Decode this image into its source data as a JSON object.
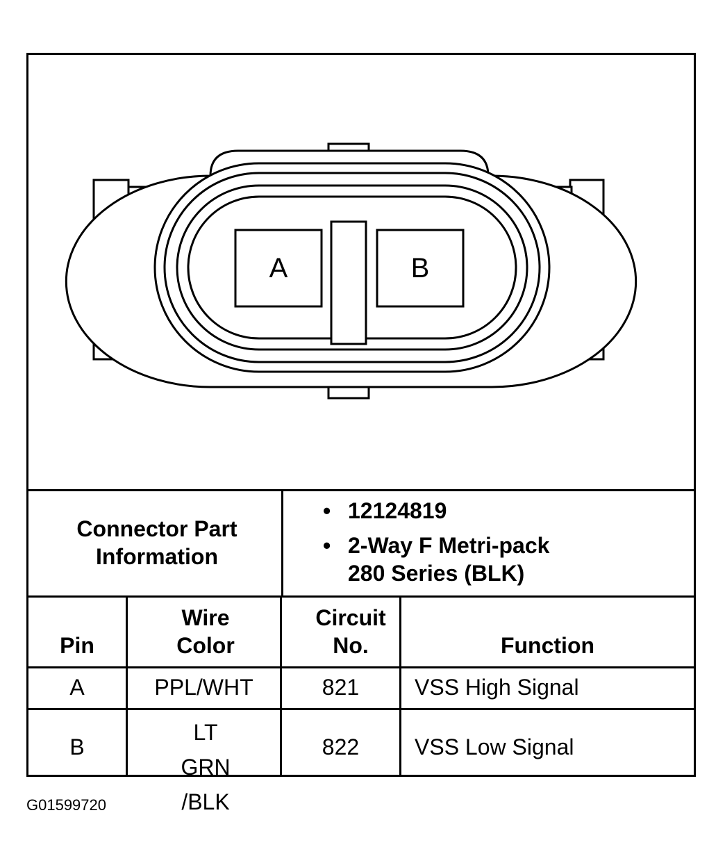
{
  "diagram": {
    "pin_labels": [
      "A",
      "B"
    ]
  },
  "table": {
    "part_info_label": "Connector Part Information",
    "part_info_items": [
      "12124819",
      "2-Way F Metri-pack 280 Series (BLK)"
    ],
    "headers": {
      "pin": "Pin",
      "wire_color": "Wire Color",
      "circuit_no": "Circuit No.",
      "function": "Function"
    },
    "rows": [
      {
        "pin": "A",
        "wire_color": "PPL/WHT",
        "circuit_no": "821",
        "function": "VSS High Signal"
      },
      {
        "pin": "B",
        "wire_color": "LT GRN /BLK",
        "circuit_no": "822",
        "function": "VSS Low Signal"
      }
    ]
  },
  "figure_code": "G01599720"
}
